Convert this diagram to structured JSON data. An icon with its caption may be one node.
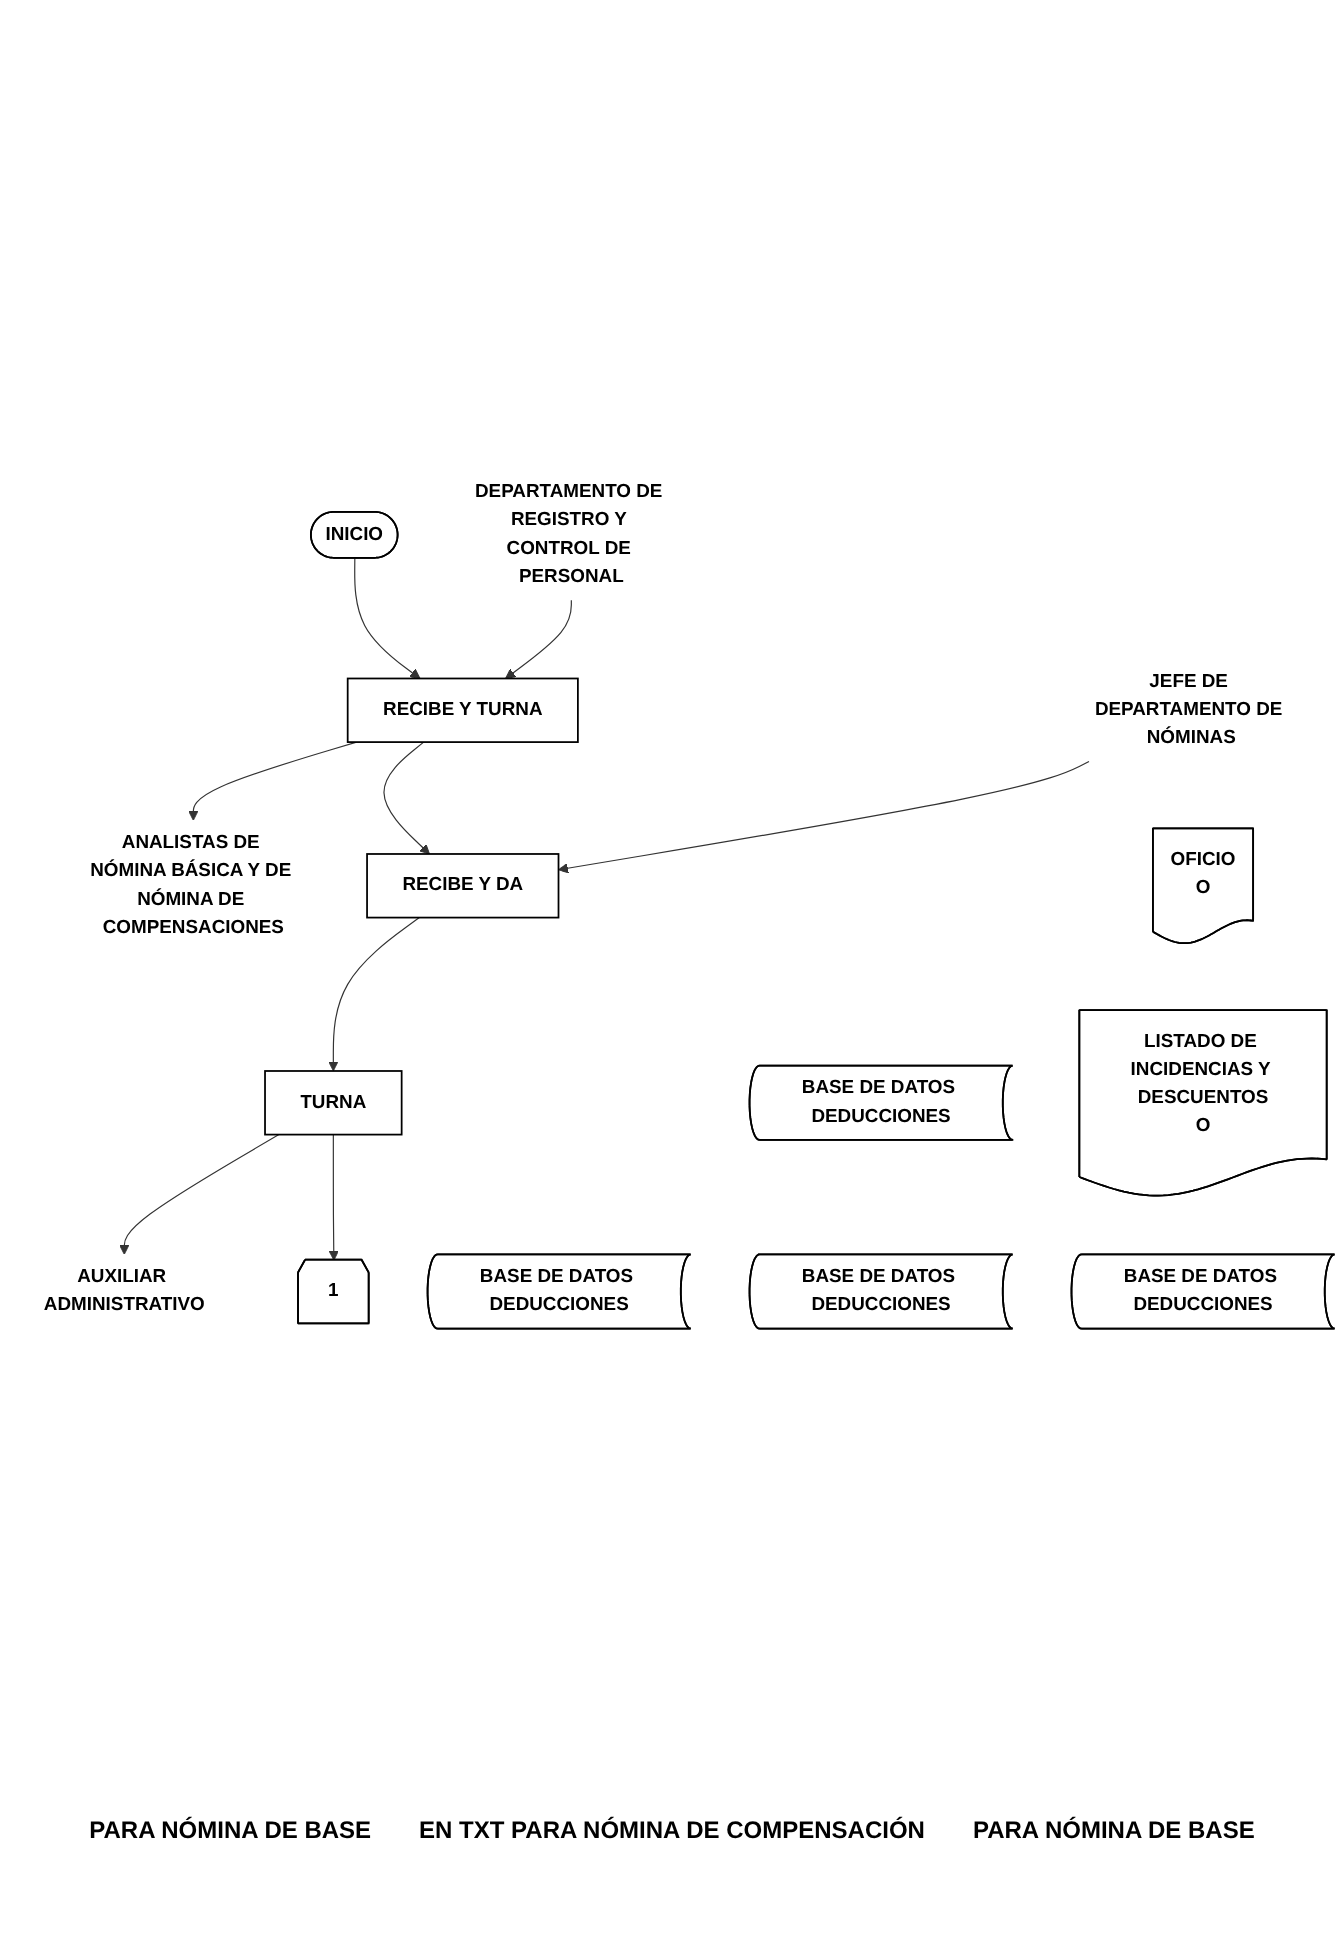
{
  "diagram": {
    "nodes": [
      {
        "text": [
          "INICIO"
        ]
      },
      {
        "text": [
          "DEPARTAMENTO DE REGISTRO Y CONTROL DE PERSONAL"
        ]
      },
      {
        "text": [
          "RECIBE Y TURNA"
        ]
      },
      {
        "text": [
          "ANALISTAS DE NÓMINA BÁSICA Y DE NÓMINA DE COMPENSACIONES"
        ]
      },
      {
        "text": [
          "OFICIO",
          "O"
        ]
      },
      {
        "text": [
          "LISTADO DE INCIDENCIAS Y DESCUENTOS",
          "O"
        ]
      },
      {
        "text": [
          "BASE DE DATOS DEDUCCIONES"
        ]
      },
      {
        "text": [
          "JEFE DE DEPARTAMENTO DE NÓMINAS"
        ]
      },
      {
        "text": [
          "RECIBE Y DA"
        ]
      },
      {
        "text": [
          "BASE DE DATOS DEDUCCIONES"
        ]
      },
      {
        "text": [
          "BASE DE DATOS DEDUCCIONES"
        ]
      },
      {
        "text": [
          "TURNA"
        ]
      },
      {
        "text": [
          "AUXILIAR ADMINISTRATIVO"
        ]
      },
      {
        "text": [
          "BASE DE DATOS DEDUCCIONES"
        ]
      },
      {
        "text": [
          "1"
        ]
      }
    ],
    "labels": [
      "PARA NÓMINA DE BASE",
      "EN TXT PARA NÓMINA DE COMPENSACIÓN",
      "PARA NÓMINA DE BASE"
    ],
    "edges": [
      {
        "from": 0,
        "to": 2,
        "arrow": "to"
      },
      {
        "from": 1,
        "to": 2,
        "arrow": "to"
      },
      {
        "from": 2,
        "to": 3,
        "arrow": "to"
      },
      {
        "from": 2,
        "to": 8,
        "arrow": "to"
      },
      {
        "from": 7,
        "to": 8,
        "arrow": "to"
      },
      {
        "from": 8,
        "to": 11,
        "arrow": "to"
      },
      {
        "from": 11,
        "to": 12,
        "arrow": "to"
      },
      {
        "from": 11,
        "to": 14,
        "arrow": "to"
      }
    ]
  }
}
